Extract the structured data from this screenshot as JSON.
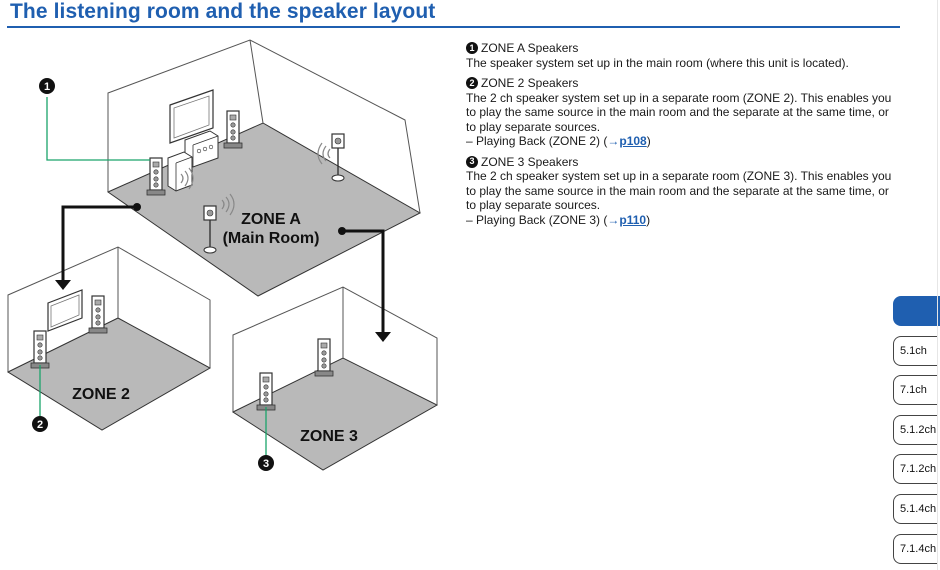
{
  "header": {
    "title": "The listening room and the speaker layout"
  },
  "diagram": {
    "zone_a_line1": "ZONE A",
    "zone_a_line2": "(Main Room)",
    "zone_2": "ZONE 2",
    "zone_3": "ZONE 3",
    "markers": [
      "1",
      "2",
      "3"
    ]
  },
  "legend": [
    {
      "num": "1",
      "title": "ZONE A Speakers",
      "text": "The speaker system set up in the main room (where this unit is located)."
    },
    {
      "num": "2",
      "title": "ZONE 2 Speakers",
      "text": "The 2 ch speaker system set up in a separate room (ZONE 2). This enables you to play the same source in the main room and the separate at the same time, or to play separate sources.",
      "ref_prefix": "– Playing Back (ZONE 2) (",
      "ref_arrow": "→",
      "ref_page": "p108",
      "ref_suffix": ")"
    },
    {
      "num": "3",
      "title": "ZONE 3 Speakers",
      "text": "The 2 ch speaker system set up in a separate room (ZONE 3). This enables you to play the same source in the main room and the separate at the same time, or to play separate sources.",
      "ref_prefix": "– Playing Back (ZONE 3) (",
      "ref_arrow": "→",
      "ref_page": "p110",
      "ref_suffix": ")"
    }
  ],
  "side_tabs": [
    "5.1ch",
    "7.1ch",
    "5.1.2ch",
    "7.1.2ch",
    "5.1.4ch",
    "7.1.4ch"
  ],
  "colors": {
    "accent": "#1f5fb0",
    "leader_line": "#1aa36a",
    "floor": "#b9b9b9"
  }
}
